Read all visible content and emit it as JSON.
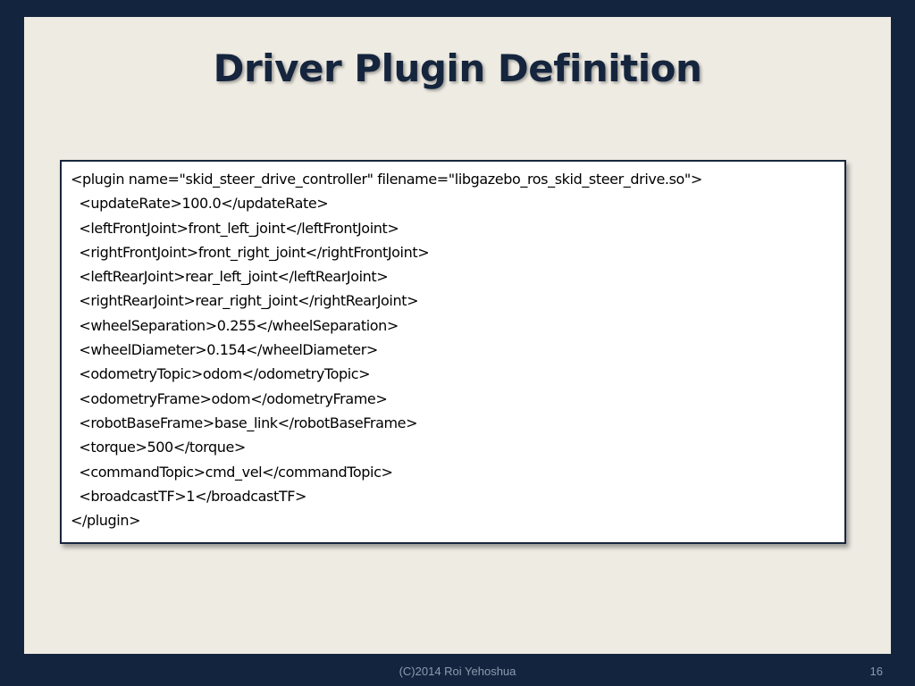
{
  "slide": {
    "title": "Driver Plugin Definition",
    "code_lines": [
      "<plugin name=\"skid_steer_drive_controller\" filename=\"libgazebo_ros_skid_steer_drive.so\">",
      "  <updateRate>100.0</updateRate>",
      "  <leftFrontJoint>front_left_joint</leftFrontJoint>",
      "  <rightFrontJoint>front_right_joint</rightFrontJoint>",
      "  <leftRearJoint>rear_left_joint</leftRearJoint>",
      "  <rightRearJoint>rear_right_joint</rightRearJoint>",
      "  <wheelSeparation>0.255</wheelSeparation>",
      "  <wheelDiameter>0.154</wheelDiameter>",
      "  <odometryTopic>odom</odometryTopic>",
      "  <odometryFrame>odom</odometryFrame>",
      "  <robotBaseFrame>base_link</robotBaseFrame>",
      "  <torque>500</torque>",
      "  <commandTopic>cmd_vel</commandTopic>",
      "  <broadcastTF>1</broadcastTF>",
      "</plugin>"
    ]
  },
  "footer": {
    "copyright": "(C)2014 Roi Yehoshua",
    "page_number": "16"
  },
  "colors": {
    "frame_background": "#13253e",
    "slide_background": "#eeebe3",
    "title_color": "#15253d",
    "code_box_border": "#17263d",
    "footer_text": "#8b9bb0"
  }
}
